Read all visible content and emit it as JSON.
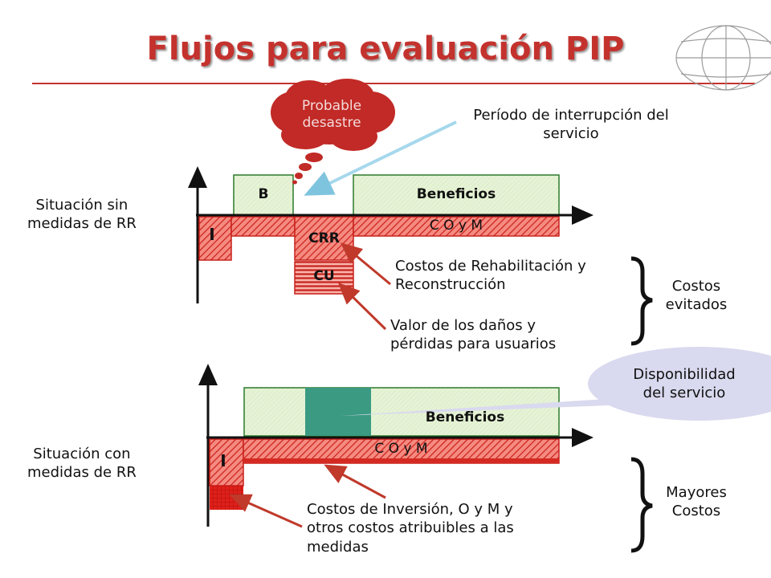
{
  "title": "Flujos para evaluación PIP",
  "top": {
    "situation_label": "Situación sin\nmedidas de RR",
    "cloud_text": "Probable\ndesastre",
    "interruption_label": "Período de interrupción del\nservicio",
    "bar_b": "B",
    "bar_benefits": "Beneficios",
    "bar_i": "I",
    "bar_crr": "CRR",
    "bar_com": "C O y M",
    "bar_cu": "CU",
    "crr_note": "Costos de Rehabilitación y\nReconstrucción",
    "cu_note": "Valor de los daños y\npérdidas para usuarios",
    "brace_label": "Costos\nevitados"
  },
  "bottom": {
    "situation_label": "Situación con\nmedidas de RR",
    "availability_label": "Disponibilidad\ndel servicio",
    "bar_benefits": "Beneficios",
    "bar_com": "C O y M",
    "bar_i": "I",
    "cost_note": "Costos de Inversión, O y M  y\notros costos atribuibles a las\nmedidas",
    "brace_label": "Mayores\nCostos"
  },
  "colors": {
    "title": "#c4322e",
    "benefit_fill": "#e4f2d2",
    "benefit_stroke": "#2c7a2c",
    "cost_fill": "#f26a62",
    "cost_dark": "#c8201a",
    "availability_fill": "#3a9a82",
    "cloud": "#c12a26",
    "ellipse": "#d9d9ef",
    "interruption_arrow": "#a6d8ec",
    "red_arrow": "#c0392b"
  }
}
